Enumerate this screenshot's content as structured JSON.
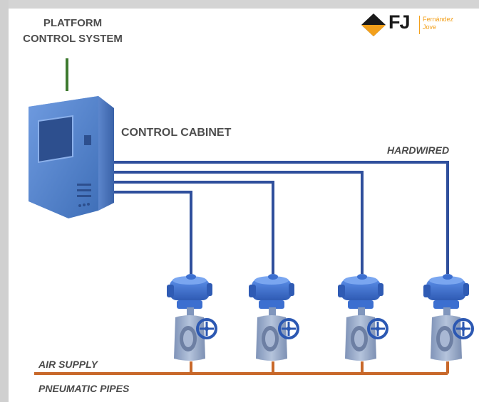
{
  "labels": {
    "platform_line1": "PLATFORM",
    "platform_line2": "CONTROL SYSTEM",
    "cabinet": "CONTROL CABINET",
    "hardwired": "HARDWIRED",
    "air_supply": "AIR SUPPLY",
    "pneumatic": "PNEUMATIC PIPES"
  },
  "logo": {
    "mark": "FJ",
    "name_line1": "Fernández",
    "name_line2": "Jove"
  },
  "colors": {
    "wire": "#2f4f9c",
    "pipe": "#c8682a",
    "link": "#3e7a2f",
    "cabinet": "#4d7fc9",
    "actuator": "#3c6fd0",
    "valve_body": "#8fa4c6",
    "logo_accent": "#f3a01b"
  },
  "valves": [
    "valve-1",
    "valve-2",
    "valve-3",
    "valve-4"
  ]
}
